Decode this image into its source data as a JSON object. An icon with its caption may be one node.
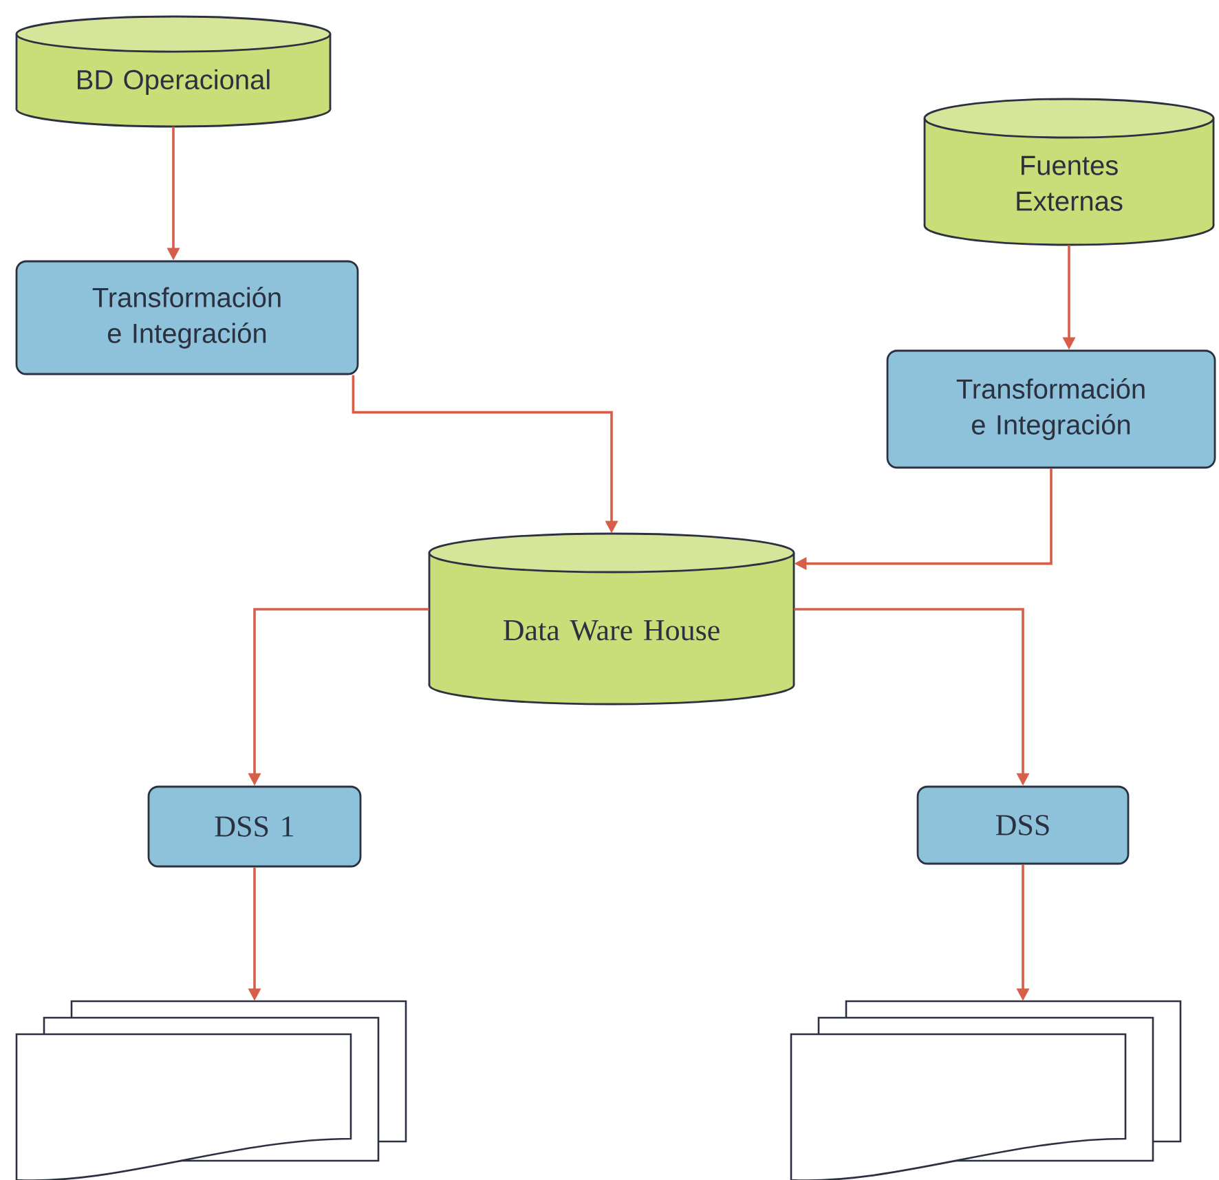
{
  "diagram": {
    "nodes": [
      {
        "text": [
          "BD Operacional"
        ]
      },
      {
        "text": [
          "Fuentes Externas"
        ]
      },
      {
        "text": [
          "Transformación e Integración"
        ]
      },
      {
        "text": [
          "Transformación e Integración"
        ]
      },
      {
        "text": [
          "Data Ware House"
        ]
      },
      {
        "text": [
          "DSS 1"
        ]
      },
      {
        "text": [
          "DSS"
        ]
      },
      {
        "text": [],
        "shape": "document"
      },
      {
        "text": [],
        "shape": "document"
      }
    ],
    "edges": [
      {
        "from": 0,
        "to": 2,
        "arrow": "to"
      },
      {
        "from": 1,
        "to": 3,
        "arrow": "to"
      },
      {
        "from": 2,
        "to": 4,
        "arrow": "to"
      },
      {
        "from": 3,
        "to": 4,
        "arrow": "to"
      },
      {
        "from": 4,
        "to": 5,
        "arrow": "to"
      },
      {
        "from": 4,
        "to": 6,
        "arrow": "to"
      },
      {
        "from": 5,
        "to": 7,
        "arrow": "to"
      },
      {
        "from": 6,
        "to": 8,
        "arrow": "to"
      }
    ]
  }
}
